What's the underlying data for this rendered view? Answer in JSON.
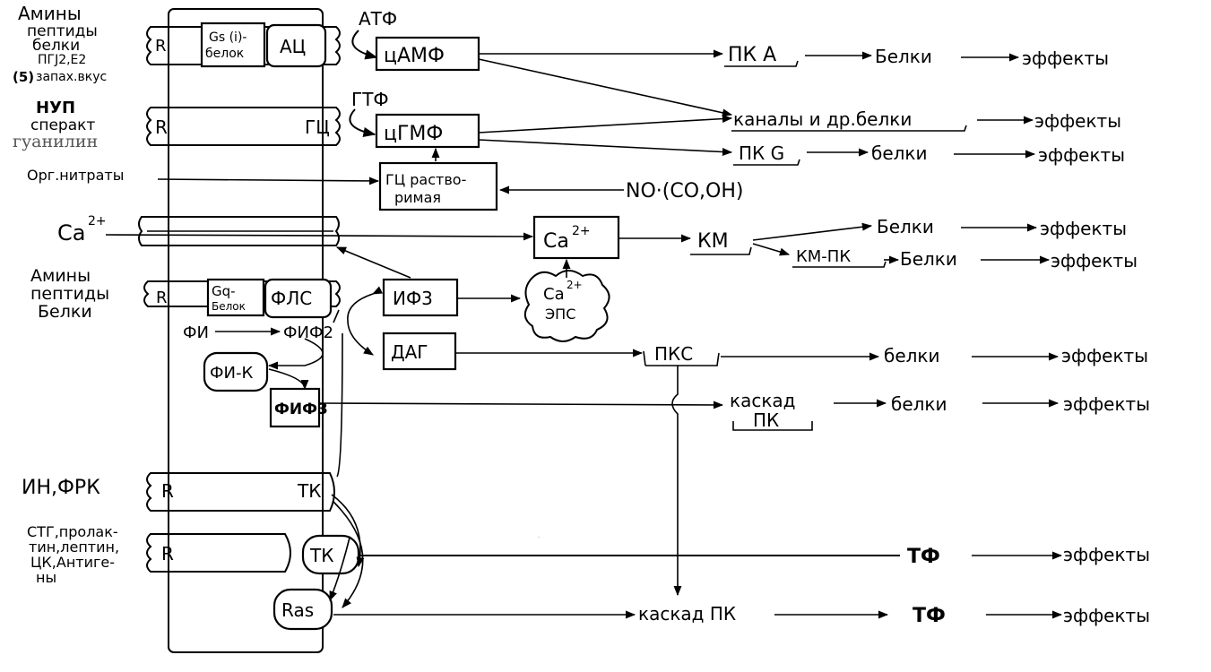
{
  "ligands": {
    "amines1": [
      "Амины",
      "пептиды",
      "белки",
      "ПГJ2,E2",
      "запах.вкус"
    ],
    "marker5": "(5)",
    "nup": [
      "НУП",
      "сперакт"
    ],
    "guanylin": "гуанилин",
    "nitrates": "Орг.нитраты",
    "calcium": "Ca2+",
    "amines2": [
      "Амины",
      "пептиды",
      "Белки"
    ],
    "in_frk": "ИН,ФРК",
    "stg": [
      "СТГ,пролак-",
      "тин,лептин,",
      "ЦК,Антиге-",
      "ны"
    ]
  },
  "membrane": {
    "R": "R",
    "gs_protein": [
      "Gs (i)-",
      "белок"
    ],
    "ac": "АЦ",
    "gc": "ГЦ",
    "gq_protein": [
      "Gq-",
      "Белок"
    ],
    "plc": "ФЛС",
    "pi": "ФИ",
    "pip2": "ФИФ2",
    "pik": "ФИ-К",
    "pip3": "ФИФ3",
    "tk": "ТК",
    "ras": "Ras"
  },
  "messengers": {
    "atp": "АТФ",
    "camp": "цАМФ",
    "gtp": "ГТФ",
    "cgmp": "цГМФ",
    "gc_soluble": [
      "ГЦ раство-",
      "римая"
    ],
    "no": "NO·(CO,OH)",
    "ca_cyt": "Ca2+",
    "ca_er": [
      "Ca2+",
      "ЭПС"
    ],
    "ip3": "ИФ3",
    "dag": "ДАГ"
  },
  "kinases": {
    "pka": "ПК А",
    "channels": "каналы и др.белки",
    "pkg": "ПК G",
    "km": "КМ",
    "km_pk": "КМ-ПК",
    "pkc": "ПКС",
    "cascade_pk": [
      "каскад",
      "ПК"
    ],
    "cascade_pk2": "каскад ПК",
    "tf": "ТФ"
  },
  "outputs": {
    "proteins_lower": "Белки",
    "proteins_mixed": "белки",
    "effects": "эффекты"
  }
}
